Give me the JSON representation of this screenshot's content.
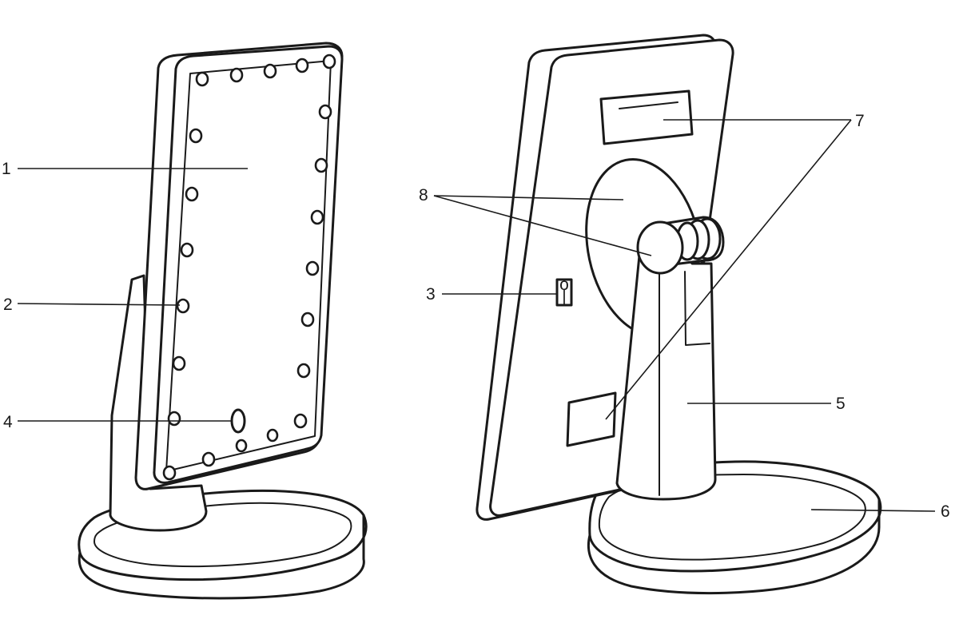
{
  "callouts": {
    "c1": "1",
    "c2": "2",
    "c3": "3",
    "c4": "4",
    "c5": "5",
    "c6": "6",
    "c7": "7",
    "c8": "8"
  },
  "switch_symbols": {
    "top": "o",
    "bottom": "|"
  },
  "colors": {
    "line": "#1a1a1a",
    "background": "#ffffff"
  }
}
